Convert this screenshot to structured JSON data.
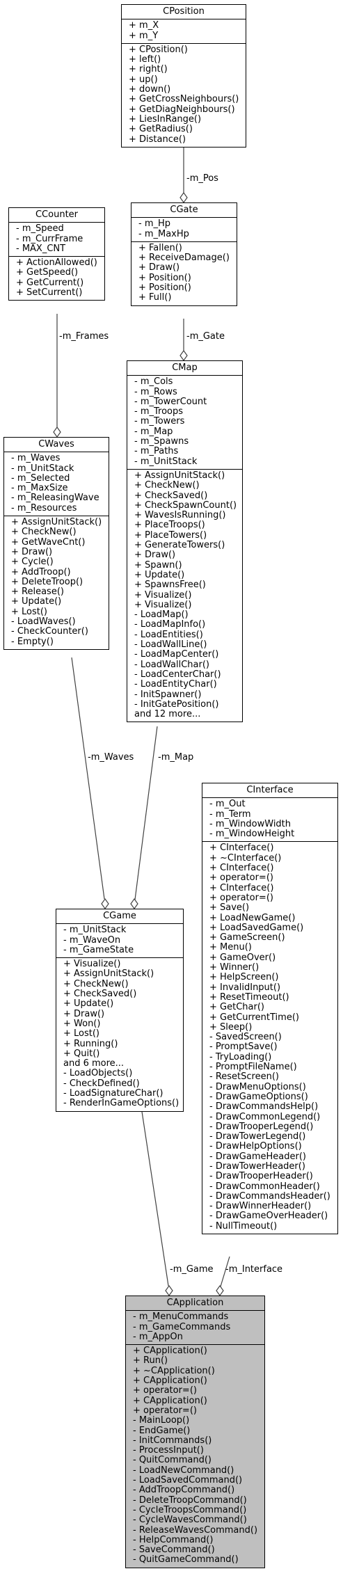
{
  "classes": {
    "cposition": {
      "name": "CPosition",
      "attributes": [
        "+ m_X",
        "+ m_Y"
      ],
      "methods": [
        "+ CPosition()",
        "+ left()",
        "+ right()",
        "+ up()",
        "+ down()",
        "+ GetCrossNeighbours()",
        "+ GetDiagNeighbours()",
        "+ LiesInRange()",
        "+ GetRadius()",
        "+ Distance()"
      ]
    },
    "cgate": {
      "name": "CGate",
      "attributes": [
        "- m_Hp",
        "- m_MaxHp"
      ],
      "methods": [
        "+ Fallen()",
        "+ ReceiveDamage()",
        "+ Draw()",
        "+ Position()",
        "+ Position()",
        "+ Full()"
      ]
    },
    "ccounter": {
      "name": "CCounter",
      "attributes": [
        "- m_Speed",
        "- m_CurrFrame",
        "- MAX_CNT"
      ],
      "methods": [
        "+ ActionAllowed()",
        "+ GetSpeed()",
        "+ GetCurrent()",
        "+ SetCurrent()"
      ]
    },
    "cmap": {
      "name": "CMap",
      "attributes": [
        "- m_Cols",
        "- m_Rows",
        "- m_TowerCount",
        "- m_Troops",
        "- m_Towers",
        "- m_Map",
        "- m_Spawns",
        "- m_Paths",
        "- m_UnitStack"
      ],
      "methods": [
        "+ AssignUnitStack()",
        "+ CheckNew()",
        "+ CheckSaved()",
        "+ CheckSpawnCount()",
        "+ WavesIsRunning()",
        "+ PlaceTroops()",
        "+ PlaceTowers()",
        "+ GenerateTowers()",
        "+ Draw()",
        "+ Spawn()",
        "+ Update()",
        "+ SpawnsFree()",
        "+ Visualize()",
        "+ Visualize()",
        "- LoadMap()",
        "- LoadMapInfo()",
        "- LoadEntities()",
        "- LoadWallLine()",
        "- LoadMapCenter()",
        "- LoadWallChar()",
        "- LoadCenterChar()",
        "- LoadEntityChar()",
        "- InitSpawner()",
        "- InitGatePosition()",
        "and 12 more..."
      ]
    },
    "cwaves": {
      "name": "CWaves",
      "attributes": [
        "- m_Waves",
        "- m_UnitStack",
        "- m_Selected",
        "- m_MaxSize",
        "- m_ReleasingWave",
        "- m_Resources"
      ],
      "methods": [
        "+ AssignUnitStack()",
        "+ CheckNew()",
        "+ GetWaveCnt()",
        "+ Draw()",
        "+ Cycle()",
        "+ AddTroop()",
        "+ DeleteTroop()",
        "+ Release()",
        "+ Update()",
        "+ Lost()",
        "- LoadWaves()",
        "- CheckCounter()",
        "- Empty()"
      ]
    },
    "cinterface": {
      "name": "CInterface",
      "attributes": [
        "- m_Out",
        "- m_Term",
        "- m_WindowWidth",
        "- m_WindowHeight"
      ],
      "methods": [
        "+ CInterface()",
        "+ ~CInterface()",
        "+ CInterface()",
        "+ operator=()",
        "+ CInterface()",
        "+ operator=()",
        "+ Save()",
        "+ LoadNewGame()",
        "+ LoadSavedGame()",
        "+ GameScreen()",
        "+ Menu()",
        "+ GameOver()",
        "+ Winner()",
        "+ HelpScreen()",
        "+ InvalidInput()",
        "+ ResetTimeout()",
        "+ GetChar()",
        "+ GetCurrentTime()",
        "+ Sleep()",
        "- SavedScreen()",
        "- PromptSave()",
        "- TryLoading()",
        "- PromptFileName()",
        "- ResetScreen()",
        "- DrawMenuOptions()",
        "- DrawGameOptions()",
        "- DrawCommandsHelp()",
        "- DrawCommonLegend()",
        "- DrawTrooperLegend()",
        "- DrawTowerLegend()",
        "- DrawHelpOptions()",
        "- DrawGameHeader()",
        "- DrawTowerHeader()",
        "- DrawTrooperHeader()",
        "- DrawCommonHeader()",
        "- DrawCommandsHeader()",
        "- DrawWinnerHeader()",
        "- DrawGameOverHeader()",
        "- NullTimeout()"
      ]
    },
    "cgame": {
      "name": "CGame",
      "attributes": [
        "- m_UnitStack",
        "- m_WaveOn",
        "- m_GameState"
      ],
      "methods": [
        "+ Visualize()",
        "+ AssignUnitStack()",
        "+ CheckNew()",
        "+ CheckSaved()",
        "+ Update()",
        "+ Draw()",
        "+ Won()",
        "+ Lost()",
        "+ Running()",
        "+ Quit()",
        "and 6 more...",
        "- LoadObjects()",
        "- CheckDefined()",
        "- LoadSignatureChar()",
        "- RenderInGameOptions()"
      ]
    },
    "capplication": {
      "name": "CApplication",
      "attributes": [
        "- m_MenuCommands",
        "- m_GameCommands",
        "- m_AppOn"
      ],
      "methods": [
        "+ CApplication()",
        "+ Run()",
        "+ ~CApplication()",
        "+ CApplication()",
        "+ operator=()",
        "+ CApplication()",
        "+ operator=()",
        "- MainLoop()",
        "- EndGame()",
        "- InitCommands()",
        "- ProcessInput()",
        "- QuitCommand()",
        "- LoadNewCommand()",
        "- LoadSavedCommand()",
        "- AddTroopCommand()",
        "- DeleteTroopCommand()",
        "- CycleTroopsCommand()",
        "- CycleWavesCommand()",
        "- ReleaseWavesCommand()",
        "- HelpCommand()",
        "- SaveCommand()",
        "- QuitGameCommand()"
      ]
    }
  },
  "relations": [
    {
      "id": "pos",
      "label": "-m_Pos",
      "from": "cposition",
      "to": "cgate"
    },
    {
      "id": "gate",
      "label": "-m_Gate",
      "from": "cgate",
      "to": "cmap"
    },
    {
      "id": "frames",
      "label": "-m_Frames",
      "from": "ccounter",
      "to": "cwaves"
    },
    {
      "id": "waves",
      "label": "-m_Waves",
      "from": "cwaves",
      "to": "cgame"
    },
    {
      "id": "map",
      "label": "-m_Map",
      "from": "cmap",
      "to": "cgame"
    },
    {
      "id": "game",
      "label": "-m_Game",
      "from": "cgame",
      "to": "capplication"
    },
    {
      "id": "interface",
      "label": "-m_Interface",
      "from": "cinterface",
      "to": "capplication"
    }
  ],
  "style": {
    "line_color": "#404040",
    "highlight_fill": "#bfbfbf",
    "box_fill": "#ffffff"
  }
}
